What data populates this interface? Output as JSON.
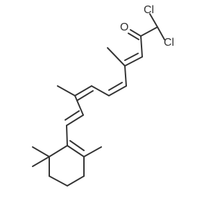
{
  "molecule": {
    "atom_labels": {
      "chlorine_1": "Cl",
      "chlorine_2": "Cl",
      "oxygen": "O"
    },
    "colors": {
      "bond": "#333333",
      "label": "#333333",
      "background": "#ffffff"
    }
  }
}
